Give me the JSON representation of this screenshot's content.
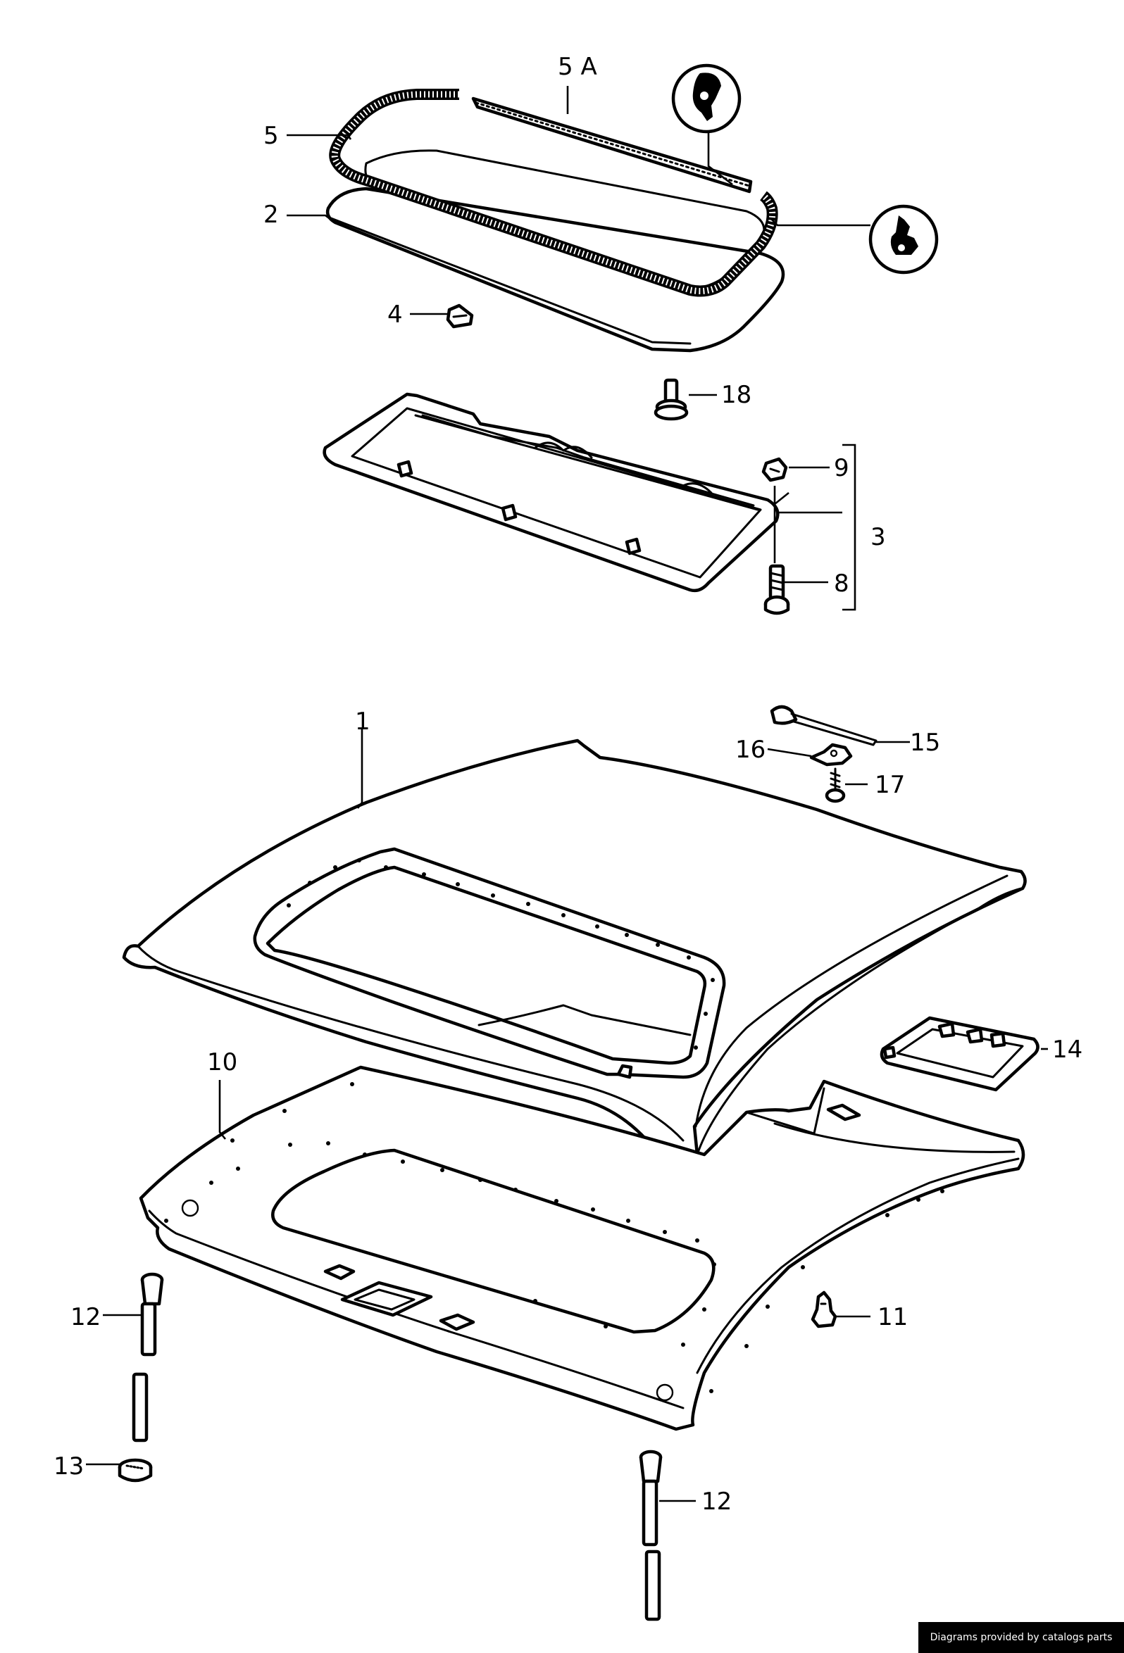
{
  "callouts": {
    "c1": "1",
    "c2": "2",
    "c3": "3",
    "c4": "4",
    "c5": "5",
    "c5a": "5 A",
    "c8": "8",
    "c9": "9",
    "c10": "10",
    "c11": "11",
    "c12a": "12",
    "c12b": "12",
    "c13": "13",
    "c14": "14",
    "c15": "15",
    "c16": "16",
    "c17": "17",
    "c18": "18"
  },
  "credit": "Diagrams provided by catalogs parts"
}
